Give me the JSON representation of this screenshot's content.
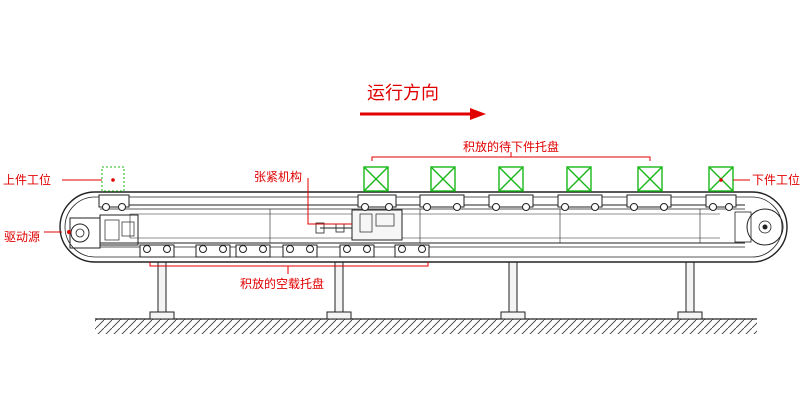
{
  "direction_label": "运行方向",
  "labels": {
    "pallets_waiting": "积放的待下件托盘",
    "tensioner": "张紧机构",
    "loading_station": "上件工位",
    "unloading_station": "下件工位",
    "drive": "驱动源",
    "pallets_empty": "积放的空载托盘"
  },
  "colors": {
    "annotation": "#e00000",
    "pallet": "#18b818",
    "line": "#222222"
  }
}
